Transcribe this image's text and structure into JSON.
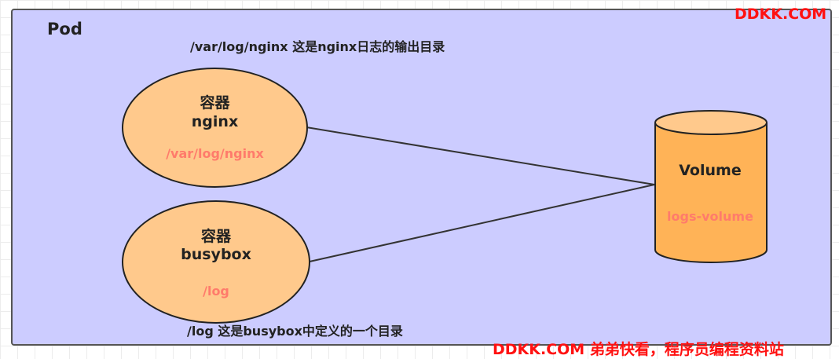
{
  "pod": {
    "label": "Pod"
  },
  "notes": {
    "top": "/var/log/nginx 这是nginx日志的输出目录",
    "bottom": "/log 这是busybox中定义的一个目录"
  },
  "containers": [
    {
      "title": "容器",
      "name": "nginx",
      "mount_path": "/var/log/nginx"
    },
    {
      "title": "容器",
      "name": "busybox",
      "mount_path": "/log"
    }
  ],
  "volume": {
    "title": "Volume",
    "name": "logs-volume"
  },
  "watermarks": {
    "top": "DDKK.COM",
    "bottom": "DDKK.COM 弟弟快看，程序员编程资料站"
  },
  "colors": {
    "pod_fill": "#ccccff",
    "container_fill": "#ffc98c",
    "volume_fill": "#ffb357",
    "path_text": "#ff7b6b",
    "watermark": "#ff1111"
  }
}
